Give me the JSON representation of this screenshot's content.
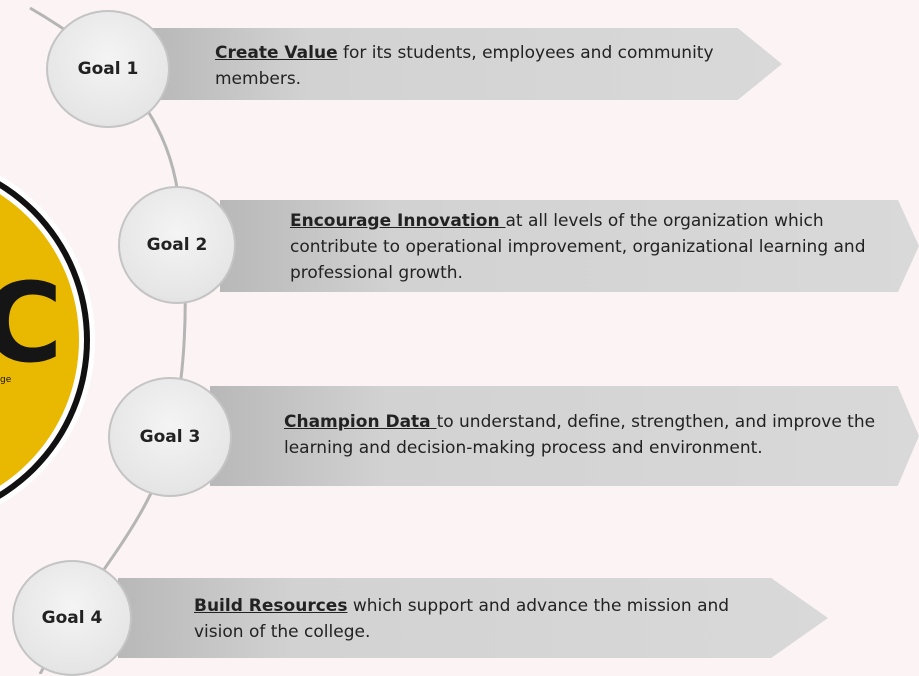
{
  "logo": {
    "letter": "C",
    "small_text": "ge"
  },
  "goals": [
    {
      "label": "Goal 1",
      "keyword": "Create Value",
      "text": "  for its students, employees and community members."
    },
    {
      "label": "Goal 2",
      "keyword": "Encourage Innovation ",
      "text": "at all levels of the organization which contribute to operational improvement, organizational learning and professional growth."
    },
    {
      "label": "Goal 3",
      "keyword": "Champion Data ",
      "text": "to understand, define, strengthen, and improve the learning and decision-making process and environment."
    },
    {
      "label": "Goal 4",
      "keyword": "Build Resources",
      "text": " which support and advance the mission and vision of the college."
    }
  ],
  "colors": {
    "logo_yellow": "#e9b800",
    "logo_ring": "#111111",
    "arc": "#b5b5b5",
    "arrow": "#d9d9d9"
  }
}
